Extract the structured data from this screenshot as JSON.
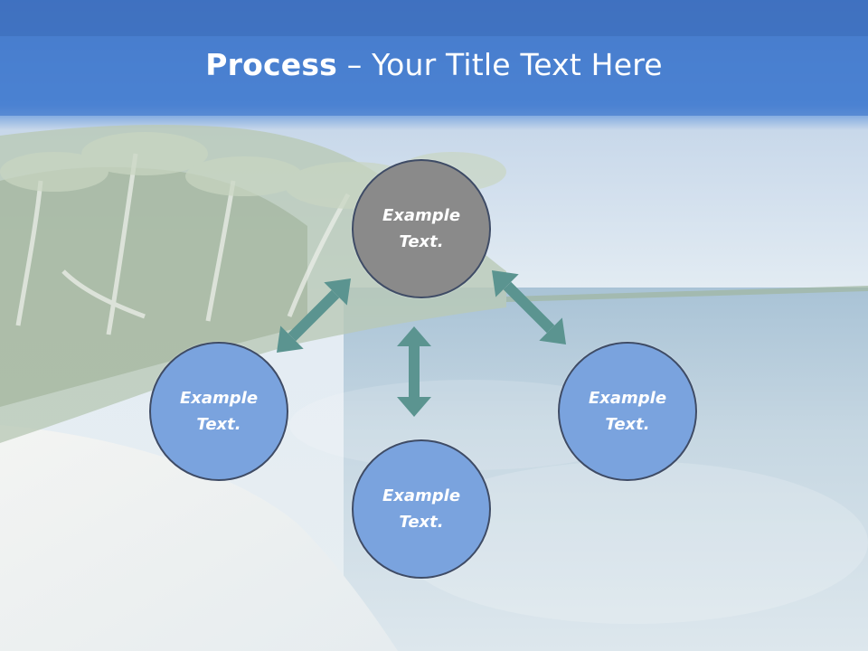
{
  "title": {
    "bold": "Process",
    "rest": " – Your Title Text Here"
  },
  "nodes": [
    {
      "label": "Example Text.",
      "fill": "#8a8a8a"
    },
    {
      "label": "Example Text.",
      "fill": "#7aa3de"
    },
    {
      "label": "Example Text.",
      "fill": "#7aa3de"
    },
    {
      "label": "Example Text.",
      "fill": "#7aa3de"
    }
  ],
  "colors": {
    "header": "#4a7fcf",
    "arrow": "#5b9490",
    "node_border": "#3f4c66"
  }
}
